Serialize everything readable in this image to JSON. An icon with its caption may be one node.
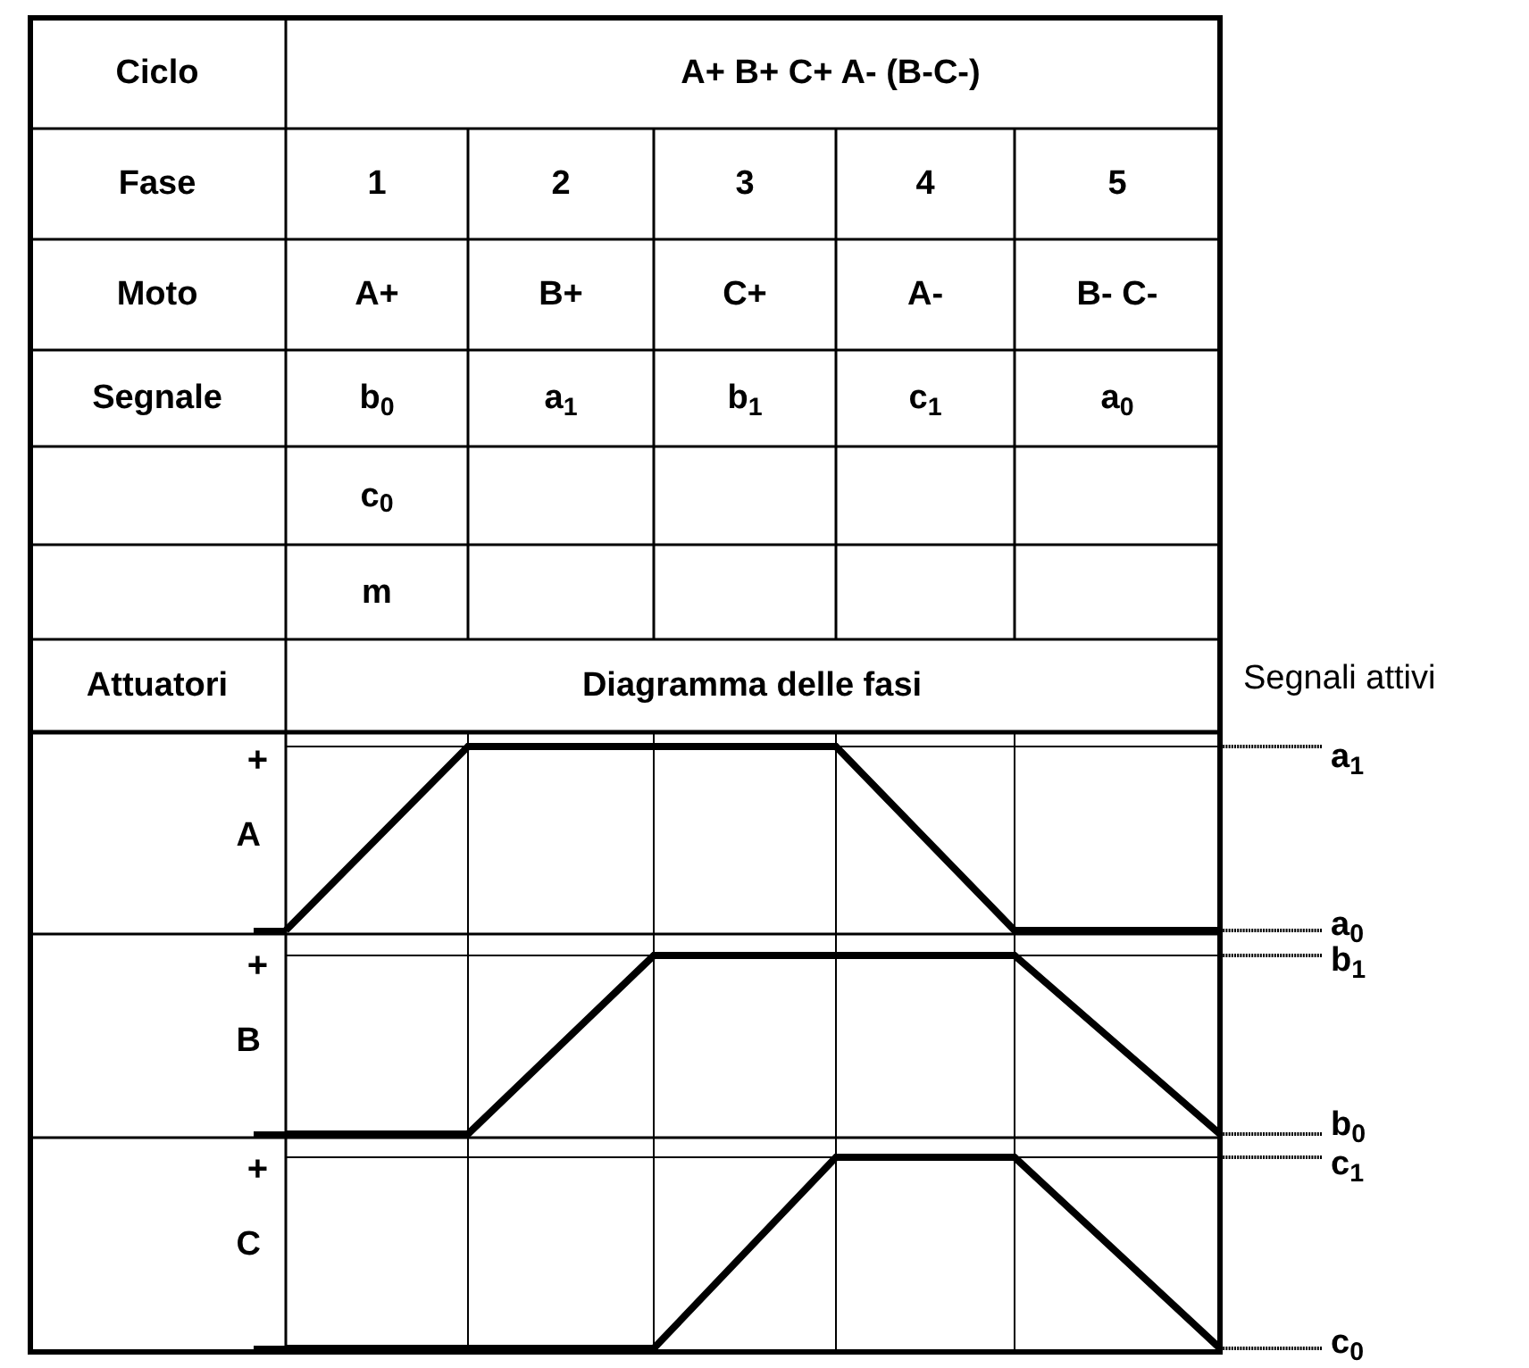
{
  "diagram": {
    "labels": [
      "Ciclo",
      "A+ B+ C+ A- (B-C-)",
      "Fase",
      "1",
      "2",
      "3",
      "4",
      "5",
      "Moto",
      "A+",
      "B+",
      "C+",
      "A-",
      "B- C-",
      "Segnale",
      "b$_{0}$",
      "a$_{1}$",
      "b$_{1}$",
      "c$_{1}$",
      "a$_{0}$",
      "c$_{0}$",
      "m",
      "Attuatori",
      "Diagramma delle fasi",
      "Segnali attivi",
      "+",
      "A",
      "+",
      "B",
      "+",
      "C",
      "a$_{1}$",
      "a$_{0}$",
      "b$_{1}$",
      "b$_{0}$",
      "c$_{1}$",
      "c$_{0}$"
    ]
  }
}
